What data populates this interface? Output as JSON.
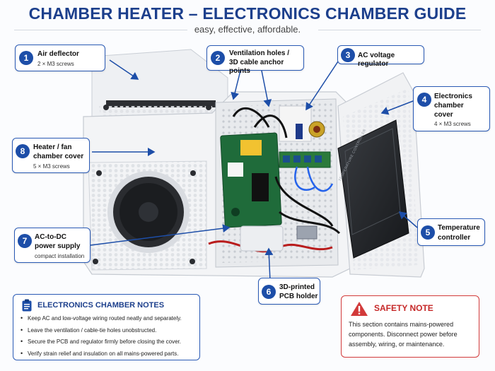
{
  "header": {
    "title": "CHAMBER HEATER – ELECTRONICS CHAMBER GUIDE",
    "subtitle": "easy, effective, affordable."
  },
  "callouts": [
    {
      "number": "1",
      "title_lines": [
        "Air deflector"
      ],
      "subtitle": "2 × M3 screws"
    },
    {
      "number": "2",
      "title_lines": [
        "Ventilation holes /",
        "3D cable anchor points"
      ],
      "subtitle": ""
    },
    {
      "number": "3",
      "title_lines": [
        "AC voltage regulator"
      ],
      "subtitle": ""
    },
    {
      "number": "4",
      "title_lines": [
        "Electronics",
        "chamber",
        "cover"
      ],
      "subtitle": "4 × M3 screws"
    },
    {
      "number": "5",
      "title_lines": [
        "Temperature",
        "controller"
      ],
      "subtitle": ""
    },
    {
      "number": "6",
      "title_lines": [
        "3D-printed",
        "PCB holder"
      ],
      "subtitle": ""
    },
    {
      "number": "7",
      "title_lines": [
        "AC-to-DC",
        "power supply"
      ],
      "subtitle": "compact installation"
    },
    {
      "number": "8",
      "title_lines": [
        "Heater / fan",
        "chamber cover"
      ],
      "subtitle": "5 × M3 screws"
    }
  ],
  "notes": {
    "title": "ELECTRONICS CHAMBER NOTES",
    "icon": "clipboard-icon",
    "items": [
      "Keep AC and low-voltage wiring routed neatly and separately.",
      "Leave the ventilation / cable-tie holes unobstructed.",
      "Secure the PCB and regulator firmly before closing the cover.",
      "Verify strain relief and insulation on all mains-powered parts."
    ]
  },
  "safety": {
    "title": "SAFETY NOTE",
    "icon": "warning-triangle-icon",
    "body": "This section contains mains-powered components. Disconnect power before assembly, wiring, or maintenance."
  },
  "controller_label": "TEMPERATURE CONTROLLER",
  "colors": {
    "accent": "#1d4ea8",
    "title": "#1c3f8c",
    "danger": "#d23a3a"
  }
}
